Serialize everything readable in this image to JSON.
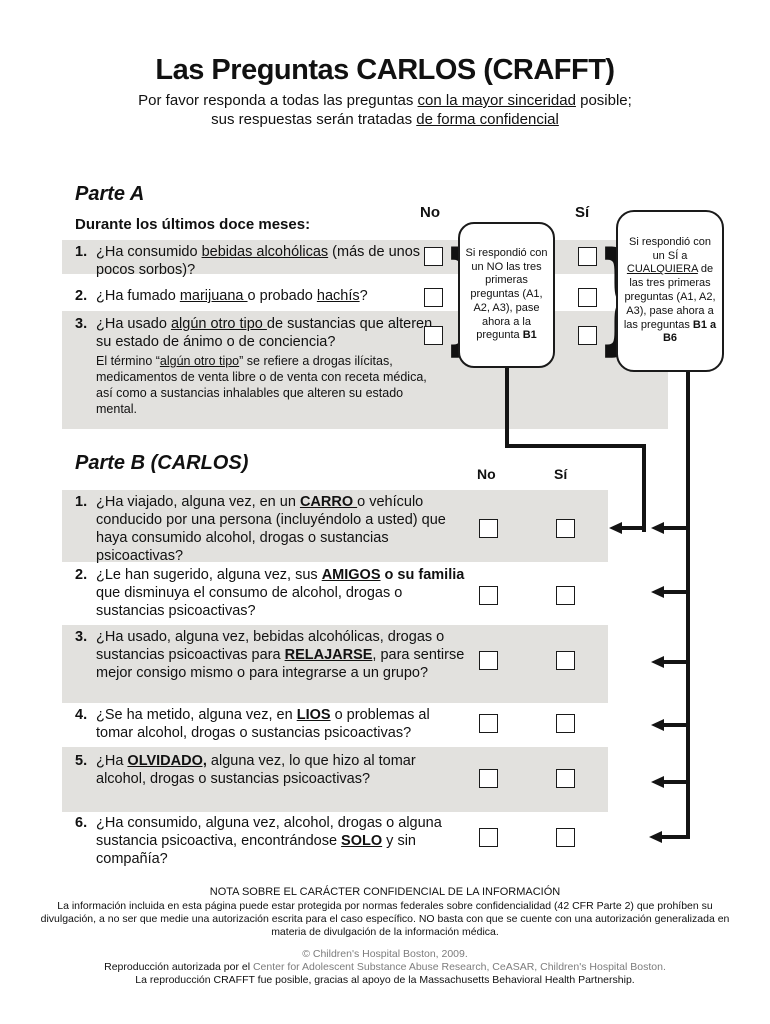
{
  "colors": {
    "shade": "#e2e1de",
    "line": "#141414",
    "gray_text": "#7c7c7c"
  },
  "page": {
    "title": "Las Preguntas CARLOS (CRAFFT)",
    "subtitle_line1": [
      {
        "t": "Por favor responda a todas las preguntas "
      },
      {
        "t": "con la mayor sinceridad",
        "u": true
      },
      {
        "t": " posible;"
      }
    ],
    "subtitle_line2": [
      {
        "t": "sus respuestas serán tratadas "
      },
      {
        "t": "de forma confidencial",
        "u": true
      }
    ]
  },
  "parte_a": {
    "heading": "Parte A",
    "intro": "Durante los últimos doce meses:",
    "col_no": "No",
    "col_si": "Sí",
    "questions": [
      {
        "num": "1.",
        "segments": [
          {
            "t": "¿Ha consumido "
          },
          {
            "t": "bebidas alcohólicas",
            "u": true
          },
          {
            "t": " (más de unos pocos sorbos)?"
          }
        ]
      },
      {
        "num": "2.",
        "segments": [
          {
            "t": "¿Ha fumado "
          },
          {
            "t": "marijuana ",
            "u": true
          },
          {
            "t": "o probado "
          },
          {
            "t": "hachís",
            "u": true
          },
          {
            "t": "?"
          }
        ]
      },
      {
        "num": "3.",
        "segments": [
          {
            "t": "¿Ha usado "
          },
          {
            "t": "algún otro tipo ",
            "u": true
          },
          {
            "t": "de sustancias que alteren su estado de ánimo o de conciencia?"
          }
        ],
        "note": [
          {
            "t": "El término “"
          },
          {
            "t": "algún otro tipo",
            "u": true
          },
          {
            "t": "” se refiere a drogas ilícitas, medicamentos de venta libre o de venta con receta médica, así como a sustancias inhalables que alteren su estado mental."
          }
        ]
      }
    ],
    "bubble_no": [
      {
        "t": "Si respondió con un NO las tres primeras preguntas (A1, A2, A3), pase ahora a la pregunta "
      },
      {
        "t": "B1",
        "b": true
      }
    ],
    "bubble_si": [
      {
        "t": "Si respondió con un SÍ a "
      },
      {
        "t": "CUALQUIERA",
        "u": true
      },
      {
        "t": " de las tres primeras preguntas (A1, A2, A3), pase ahora a las preguntas "
      },
      {
        "t": "B1 a B6",
        "b": true
      }
    ]
  },
  "parte_b": {
    "heading": "Parte B (CARLOS)",
    "col_no": "No",
    "col_si": "Sí",
    "questions": [
      {
        "num": "1.",
        "segments": [
          {
            "t": "¿Ha viajado, alguna vez, en un "
          },
          {
            "t": "CARRO ",
            "b": true,
            "u": true
          },
          {
            "t": "o vehículo conducido por una persona (incluyéndolo a usted) que haya consumido alcohol, drogas o sustancias psicoactivas?"
          }
        ]
      },
      {
        "num": "2.",
        "segments": [
          {
            "t": "¿Le han sugerido, alguna vez, sus "
          },
          {
            "t": "AMIGOS",
            "b": true,
            "u": true
          },
          {
            "t": " "
          },
          {
            "t": "o su familia",
            "b": true
          },
          {
            "t": " que disminuya el consumo de alcohol, drogas o sustancias psicoactivas?"
          }
        ]
      },
      {
        "num": "3.",
        "segments": [
          {
            "t": "¿Ha usado, alguna vez, bebidas alcohólicas, drogas o sustancias psicoactivas para "
          },
          {
            "t": "RELAJARSE",
            "b": true,
            "u": true
          },
          {
            "t": ", para sentirse mejor consigo mismo o para integrarse a un grupo?"
          }
        ]
      },
      {
        "num": "4.",
        "segments": [
          {
            "t": "¿Se ha metido, alguna vez, en "
          },
          {
            "t": "LIOS",
            "b": true,
            "u": true
          },
          {
            "t": " o problemas al tomar alcohol, drogas o sustancias psicoactivas?"
          }
        ]
      },
      {
        "num": "5.",
        "segments": [
          {
            "t": "¿Ha "
          },
          {
            "t": "OLVIDADO,",
            "b": true,
            "u": true
          },
          {
            "t": " alguna vez, lo que hizo al tomar alcohol, drogas o sustancias psicoactivas?"
          }
        ]
      },
      {
        "num": "6.",
        "segments": [
          {
            "t": "¿Ha consumido, alguna vez, alcohol, drogas o alguna sustancia psicoactiva, encontrándose "
          },
          {
            "t": "SOLO",
            "b": true,
            "u": true
          },
          {
            "t": " y sin compañía?"
          }
        ]
      }
    ]
  },
  "footer": {
    "nota_title": "NOTA SOBRE EL CARÁCTER CONFIDENCIAL DE LA INFORMACIÓN",
    "nota_body": "La información incluida en esta página puede estar protegida por normas federales sobre confidencialidad (42 CFR Parte 2) que prohíben su divulgación, a no ser que medie una autorización escrita para el caso específico. NO basta con que se cuente con una autorización generalizada en materia de divulgación de la información médica.",
    "copyright": [
      {
        "t": "© Children's Hospital Boston, 2009.",
        "gray": true
      }
    ],
    "authorization": [
      {
        "t": "Reproducción autorizada por el "
      },
      {
        "t": "Center for Adolescent Substance Abuse Research, CeASAR, Children's Hospital Boston.",
        "gray": true
      }
    ],
    "support": [
      {
        "t": "La reproducción CRAFFT fue posible, gracias al apoyo de la Massachusetts Behavioral Health Partnership."
      }
    ],
    "brace": "}"
  }
}
